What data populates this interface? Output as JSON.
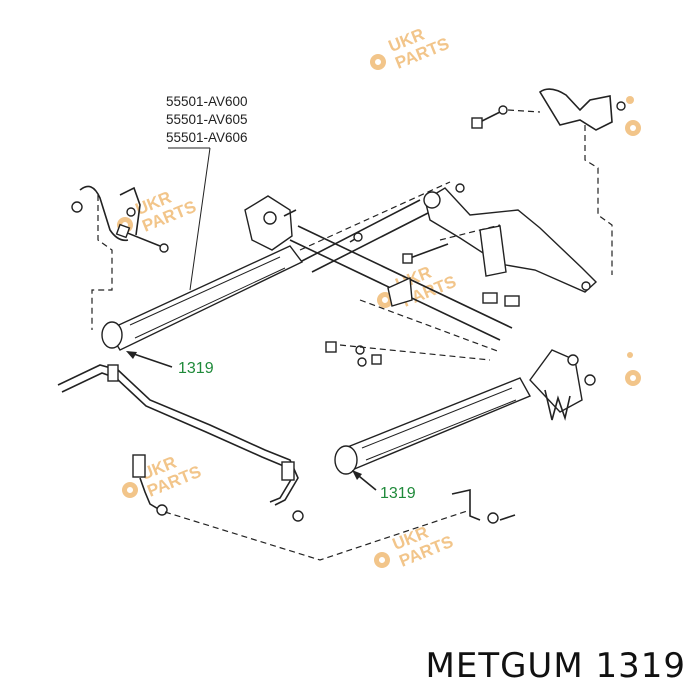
{
  "part_numbers": [
    "55501-AV600",
    "55501-AV605",
    "55501-AV606"
  ],
  "callouts": {
    "left": "1319",
    "right": "1319"
  },
  "watermark": {
    "line1": "UKR",
    "line2": "PARTS",
    "color": "#f2c58a"
  },
  "footer": {
    "brand": "METGUM",
    "part": "1319"
  },
  "colors": {
    "callout": "#1f8a3a",
    "drawing": "#222222"
  }
}
